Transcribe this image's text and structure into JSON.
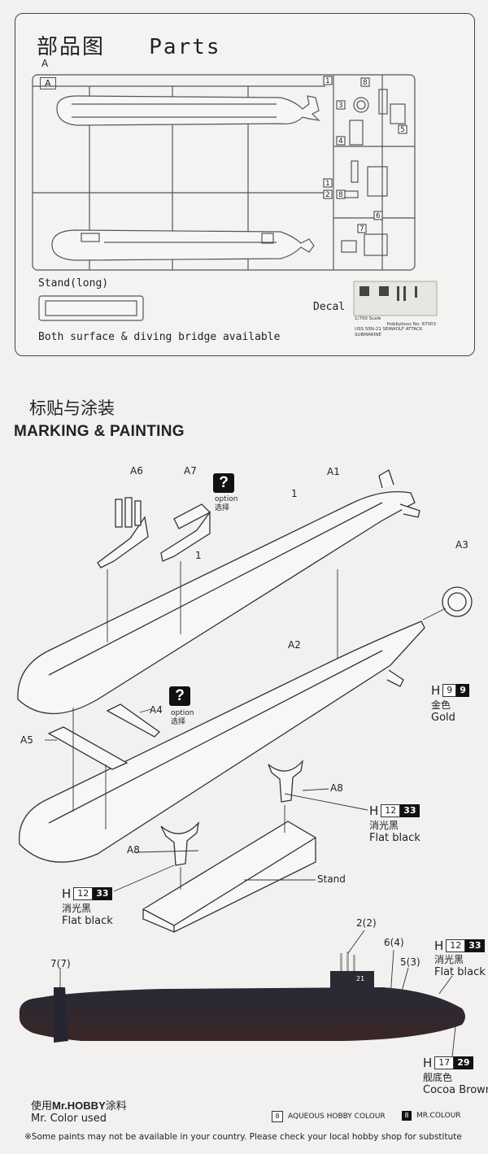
{
  "parts_section": {
    "title_zh": "部品图",
    "title_en": "Parts",
    "sprue_label_outer": "A",
    "sprue_label_inner": "A",
    "sprue_numbers": [
      "1",
      "2",
      "3",
      "4",
      "5",
      "6",
      "7",
      "8"
    ],
    "stand_label": "Stand(long)",
    "decal_label": "Decal",
    "decal_text_line1": "1/700 Scale",
    "decal_text_line2": "Hobbyboss No. 87003",
    "decal_text_line3": "USS SSN-21 SEAWOLF ATTACK SUBMARINE",
    "bridge_note": "Both surface & diving bridge available"
  },
  "marking_section": {
    "title_zh": "标贴与涂装",
    "title_en": "MARKING & PAINTING"
  },
  "assembly": {
    "labels": {
      "a6": "A6",
      "a7": "A7",
      "a1": "A1",
      "a3": "A3",
      "a2": "A2",
      "a4": "A4",
      "a5": "A5",
      "a8_top": "A8",
      "a8_bottom": "A8",
      "one_top": "1",
      "one_mid": "1",
      "stand": "Stand"
    },
    "option_top": {
      "mark": "?",
      "line1": "option",
      "line2": "选择"
    },
    "option_mid": {
      "mark": "?",
      "line1": "option",
      "line2": "选择"
    },
    "gold": {
      "h": "H",
      "code_w": "9",
      "code_b": "9",
      "zh": "金色",
      "en": "Gold"
    },
    "flat_black_right": {
      "h": "H",
      "code_w": "12",
      "code_b": "33",
      "zh": "消光黑",
      "en": "Flat black"
    },
    "flat_black_left": {
      "h": "H",
      "code_w": "12",
      "code_b": "33",
      "zh": "消光黑",
      "en": "Flat black"
    }
  },
  "profile": {
    "labels": {
      "seven": "7(7)",
      "two": "2(2)",
      "six": "6(4)",
      "five": "5(3)",
      "hull_number": "21"
    },
    "flat_black": {
      "h": "H",
      "code_w": "12",
      "code_b": "33",
      "zh": "消光黑",
      "en": "Flat black"
    },
    "cocoa": {
      "h": "H",
      "code_w": "17",
      "code_b": "29",
      "zh": "舰底色",
      "en": "Cocoa Brown"
    },
    "colors": {
      "hull_top": "#262a36",
      "hull_bottom": "#3a2626"
    }
  },
  "footer": {
    "zh_prefix": "使用",
    "zh_brand": "Mr.HOBBY",
    "zh_suffix": "涂料",
    "en": "Mr. Color used",
    "legend_aqueous_box": "8",
    "legend_aqueous": "AQUEOUS HOBBY COLOUR",
    "legend_mr_box": "8",
    "legend_mr": "MR.COLOUR",
    "note": "※Some paints may not be available in your country. Please check your local hobby shop for substitute"
  }
}
